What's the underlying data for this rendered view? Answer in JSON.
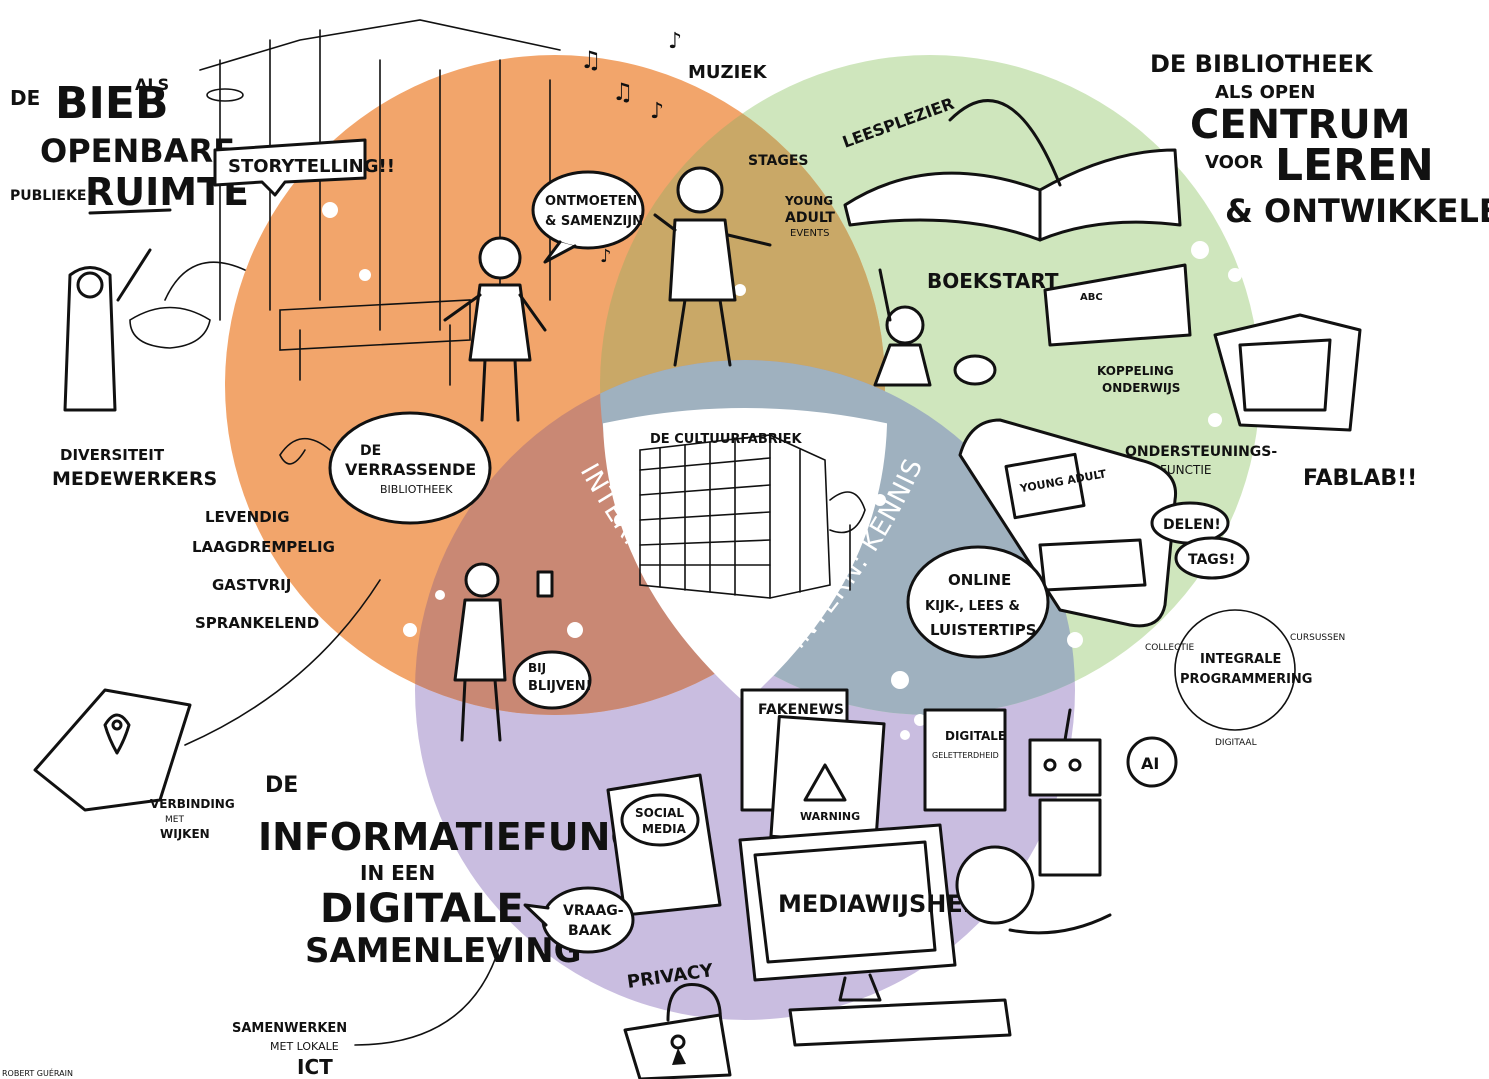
{
  "colors": {
    "orange": "#f2a56b",
    "green": "#cfe6bd",
    "purple": "#c9bde0",
    "olive": "#c9a867",
    "rose": "#c98874",
    "slate": "#9fb1bf",
    "ink": "#111111"
  },
  "topics": {
    "bieb": {
      "de": "DE",
      "bieb": "BIEB",
      "als": "ALS",
      "openbare": "OPENBARE",
      "publieke": "PUBLIEKE",
      "ruimte": "RUIMTE"
    },
    "bibliotheek": {
      "line1": "DE BIBLIOTHEEK",
      "line2": "ALS OPEN",
      "line3": "CENTRUM",
      "line4": "VOOR",
      "line5": "LEREN",
      "line6": "& ONTWIKKELEN"
    },
    "informatie": {
      "line1": "DE",
      "line2": "INFORMATIEFUNCTIE",
      "line3": "IN EEN",
      "line4": "DIGITALE",
      "line5": "SAMENLEVING"
    }
  },
  "labels": {
    "muziek": "MUZIEK",
    "storytelling": "STORYTELLING!!",
    "ontmoeten1": "ONTMOETEN",
    "ontmoeten2": "& SAMENZIJN",
    "stages": "STAGES",
    "young1": "YOUNG",
    "young2": "ADULT",
    "young3": "EVENTS",
    "leesplezier": "LEESPLEZIER",
    "boekstart": "BOEKSTART",
    "koppeling1": "KOPPELING",
    "koppeling2": "ONDERWIJS",
    "fablab": "FABLAB!!",
    "ondersteuning1": "ONDERSTEUNINGS-",
    "ondersteuning2": "FUNCTIE",
    "diversiteit1": "DIVERSITEIT",
    "diversiteit2": "MEDEWERKERS",
    "verrassende1": "DE",
    "verrassende2": "VERRASSENDE",
    "verrassende3": "BIBLIOTHEEK",
    "traits": [
      "LEVENDIG",
      "LAAGDREMPELIG",
      "GASTVRIJ",
      "SPRANKELEND"
    ],
    "cultuurfabriek": "DE CULTUURFABRIEK",
    "whatsapp": "INTERN: SERVICE VIA WHATSAPP",
    "kennis": "INTERN: KENNIS DELEN!",
    "delen": "DELEN!",
    "tags": "TAGS!",
    "youngadult_book": "YOUNG ADULT",
    "online1": "ONLINE",
    "online2": "KIJK-, LEES &",
    "online3": "LUISTERTIPS",
    "integraal1": "INTEGRALE",
    "integraal2": "PROGRAMMERING",
    "collectie": "COLLECTIE",
    "cursussen": "CURSUSSEN",
    "digitaal": "DIGITAAL",
    "bijblijven1": "BIJ",
    "bijblijven2": "BLIJVEN!",
    "verbinding1": "VERBINDING",
    "verbinding2": "MET",
    "verbinding3": "WIJKEN",
    "fakenews": "FAKENEWS",
    "warning": "WARNING",
    "geletterdheid1": "DIGITALE",
    "geletterdheid2": "GELETTERDHEID",
    "ai": "AI",
    "social1": "SOCIAL",
    "social2": "MEDIA",
    "vraagbaak1": "VRAAG-",
    "vraagbaak2": "BAAK",
    "mediawijsheid": "MEDIAWIJSHEID",
    "privacy": "PRIVACY",
    "samenwerken1": "SAMENWERKEN",
    "samenwerken2": "MET LOKALE",
    "samenwerken3": "ICT",
    "signature": "ROBERT GUÉRAIN"
  }
}
